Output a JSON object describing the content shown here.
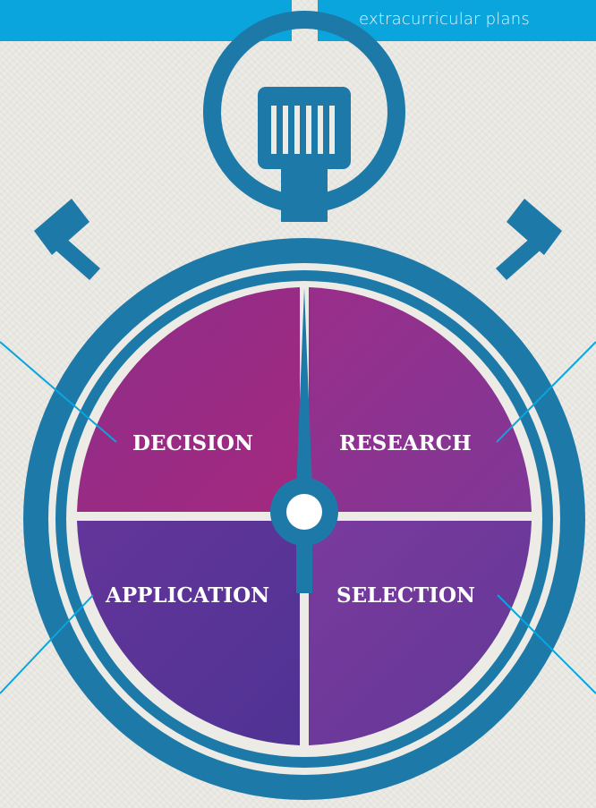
{
  "banner": {
    "right_text": "extracurricular plans"
  },
  "stages": {
    "decision": "DECISION",
    "research": "RESEARCH",
    "application": "APPLICATION",
    "selection": "SELECTION"
  },
  "colors": {
    "stopwatch": "#1d7aa8",
    "accent": "#0aa5dd",
    "decision": "#9a2c86",
    "research": "#8e3391",
    "application": "#5a3596",
    "selection": "#6d3a9c"
  }
}
